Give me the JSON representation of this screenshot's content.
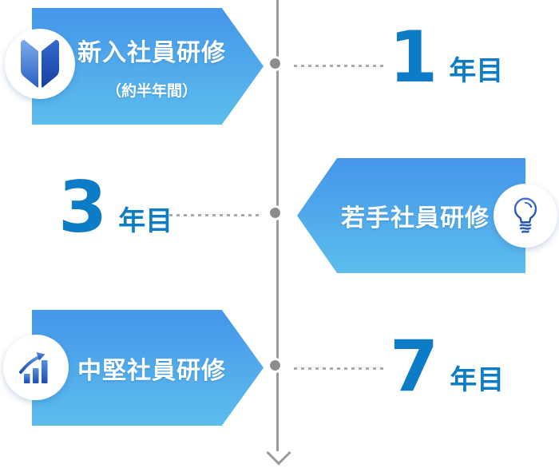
{
  "colors": {
    "banner_gradient_top": "#4496ea",
    "banner_gradient_bottom": "#5dbdec",
    "year_text_blue": "#0c7cc6",
    "timeline_line_gray": "#9b9b9b",
    "timeline_dot_gray": "#8c8c8c",
    "dash_gray": "#ababab",
    "icon_blue_light": "#7ca9ea",
    "icon_blue_dark": "#16409f"
  },
  "timeline": {
    "orientation": "vertical",
    "items": [
      {
        "side": "left",
        "title": "新入社員研修",
        "subtitle": "（約半年間）",
        "icon": "beginner-mark-icon",
        "year_number": "1",
        "year_suffix": "年目"
      },
      {
        "side": "right",
        "title": "若手社員研修",
        "subtitle": "",
        "icon": "lightbulb-icon",
        "year_number": "3",
        "year_suffix": "年目"
      },
      {
        "side": "left",
        "title": "中堅社員研修",
        "subtitle": "",
        "icon": "bar-chart-icon",
        "year_number": "7",
        "year_suffix": "年目"
      }
    ]
  }
}
